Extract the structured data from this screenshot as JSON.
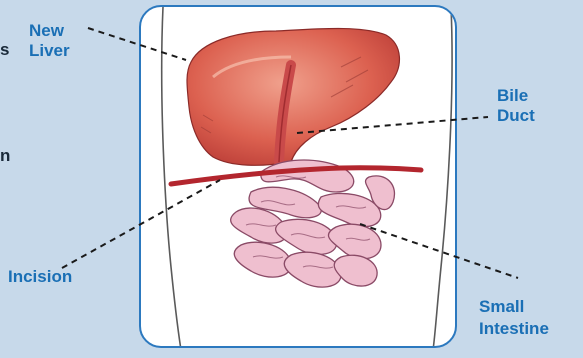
{
  "labels": {
    "new_liver": "New\nLiver",
    "bile_duct": "Bile\nDuct",
    "incision": "Incision",
    "small_intestine": "Small\nIntestine"
  },
  "edge_fragments": [
    "s",
    "n"
  ],
  "colors": {
    "background": "#c7d9ea",
    "label": "#1a6fb5",
    "panel_border": "#2c79bf",
    "liver": "#d7574a",
    "incision": "#b3262e",
    "intestine": "#efbfcf"
  }
}
